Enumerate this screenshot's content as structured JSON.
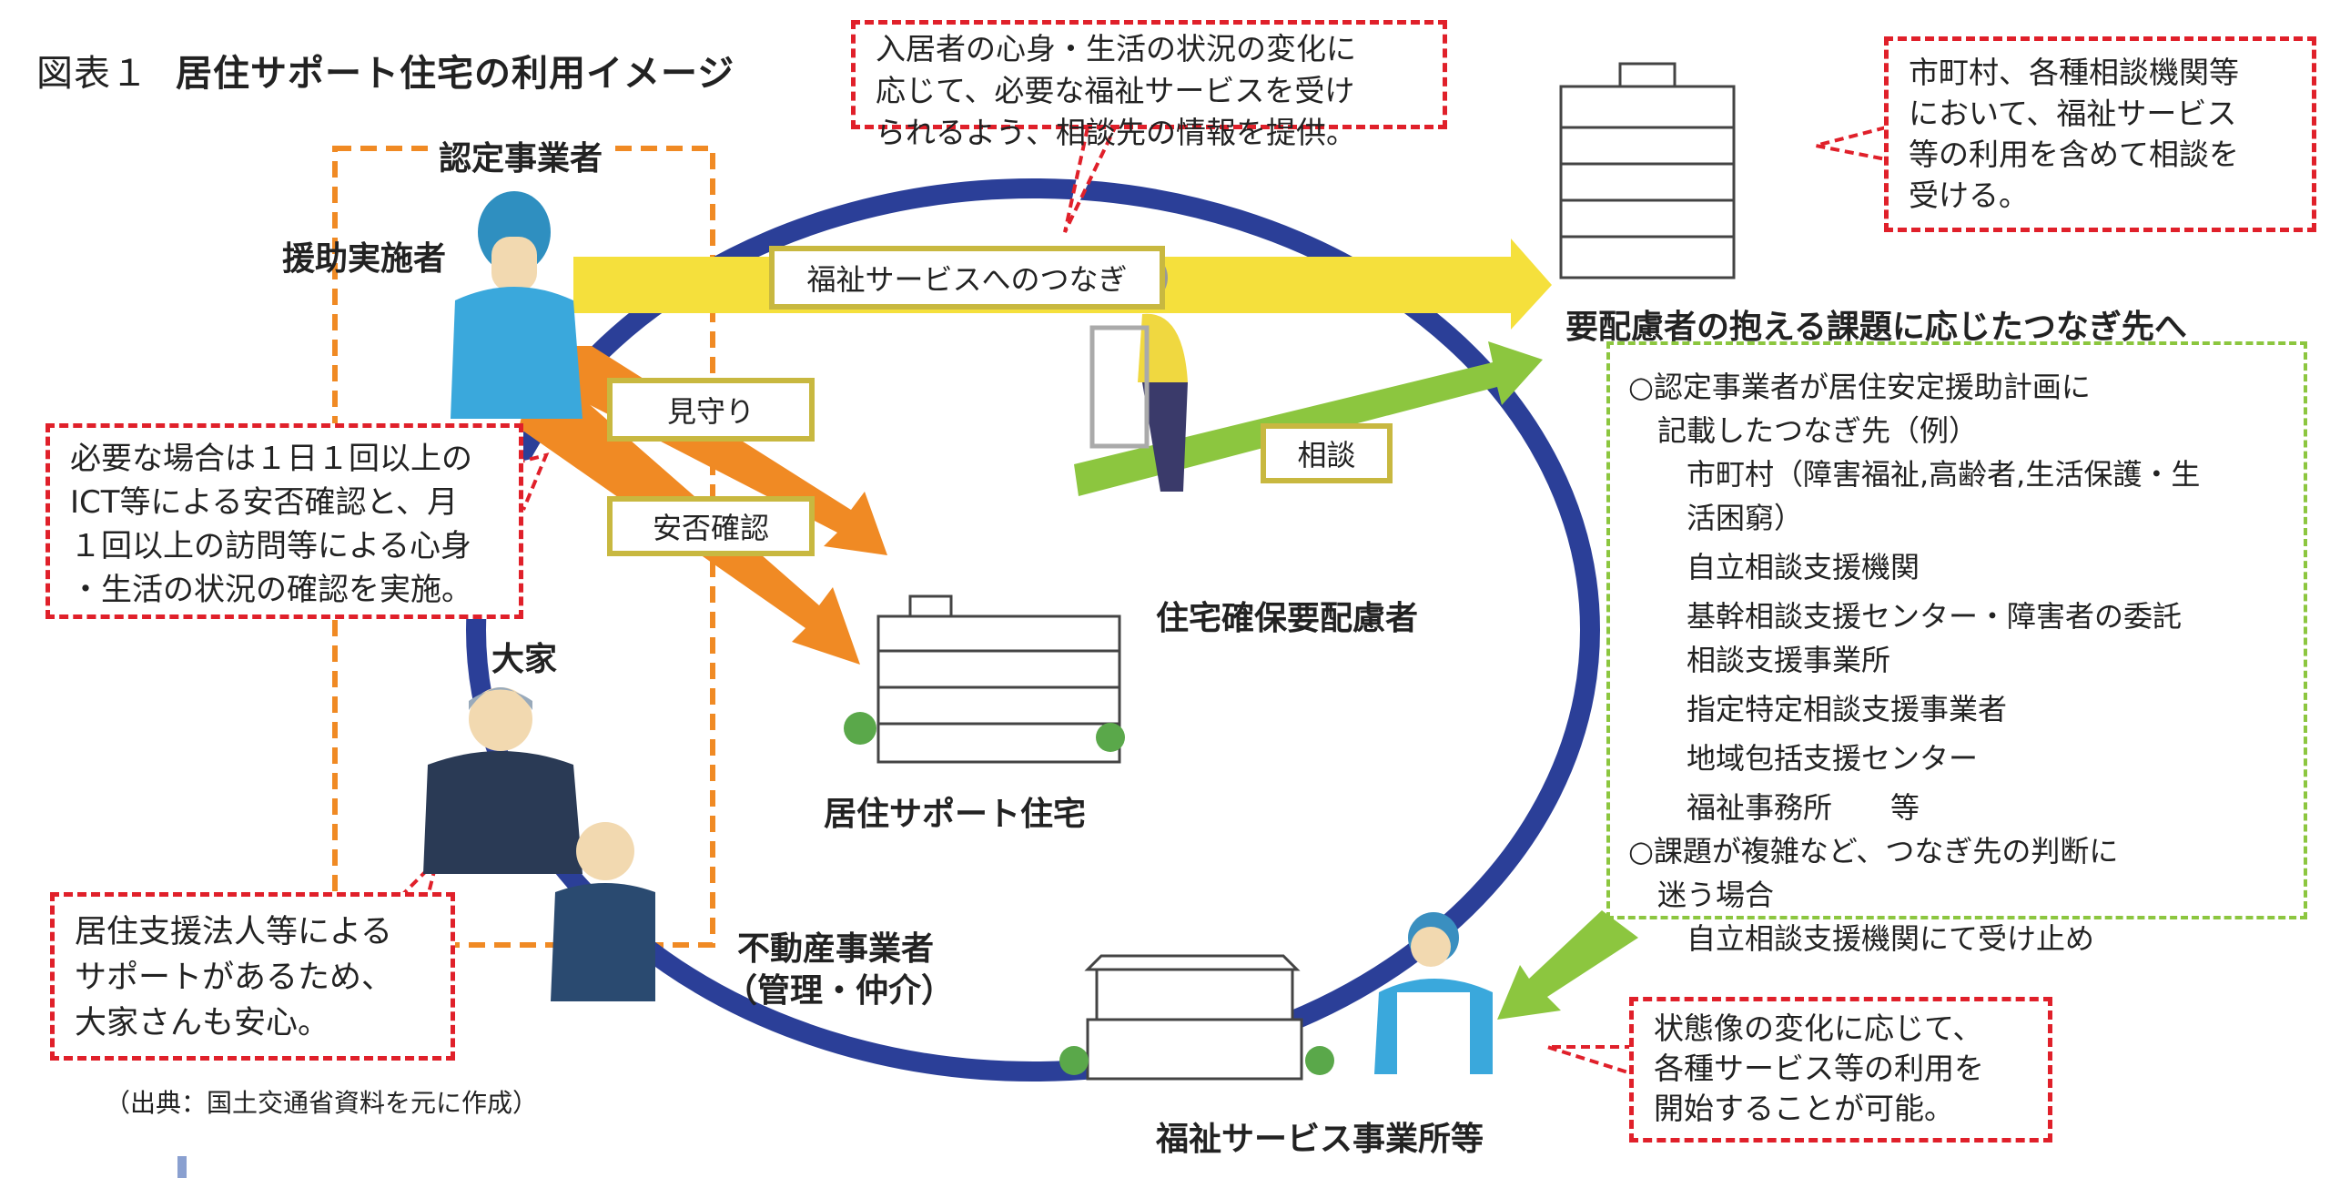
{
  "title": {
    "number": "図表１",
    "text": "居住サポート住宅の利用イメージ"
  },
  "callouts": {
    "top_center": [
      "入居者の心身・生活の状況の変化に",
      "応じて、必要な福祉サービスを受け",
      "られるよう、相談先の情報を提供。"
    ],
    "top_right": [
      "市町村、各種相談機関等",
      "において、福祉サービス",
      "等の利用を含めて相談を",
      "受ける。"
    ],
    "left": [
      "必要な場合は１日１回以上の",
      "ICT等による安否確認と、月",
      "１回以上の訪問等による心身",
      "・生活の状況の確認を実施。"
    ],
    "bottom_left": [
      "居住支援法人等による",
      "サポートがあるため、",
      "大家さんも安心。"
    ],
    "bottom_right": [
      "状態像の変化に応じて、",
      "各種サービス等の利用を",
      "開始することが可能。"
    ]
  },
  "labels": {
    "certified_operator": "認定事業者",
    "support_worker": "援助実施者",
    "landlord": "大家",
    "real_estate": [
      "不動産事業者",
      "（管理・仲介）"
    ],
    "housing": "居住サポート住宅",
    "person_needing_care": "住宅確保要配慮者",
    "welfare_office": "福祉サービス事業所等",
    "destination": "要配慮者の抱える課題に応じたつなぎ先へ"
  },
  "arrow_tags": {
    "welfare_link": "福祉サービスへのつなぎ",
    "watch": "見守り",
    "safety_check": "安否確認",
    "consult": "相談"
  },
  "destinations": {
    "heading1": [
      "○認定事業者が居住安定援助計画に",
      "記載したつなぎ先（例）"
    ],
    "items": [
      "市町村（障害福祉,高齢者,生活保護・生",
      "活困窮）",
      "自立相談支援機関",
      "基幹相談支援センター・障害者の委託",
      "相談支援事業所",
      "指定特定相談支援事業者",
      "地域包括支援センター",
      "福祉事務所　　等"
    ],
    "heading2": [
      "○課題が複雑など、つなぎ先の判断に",
      "迷う場合"
    ],
    "item2": "自立相談支援機関にて受け止め"
  },
  "source": "（出典：国土交通省資料を元に作成）",
  "colors": {
    "ring": "#2b3f98",
    "yellow_arrow": "#f5e03c",
    "orange_arrow": "#f08a24",
    "green_arrow": "#8cc63f",
    "callout_border": "#e0202a",
    "operator_border": "#f08a24"
  }
}
